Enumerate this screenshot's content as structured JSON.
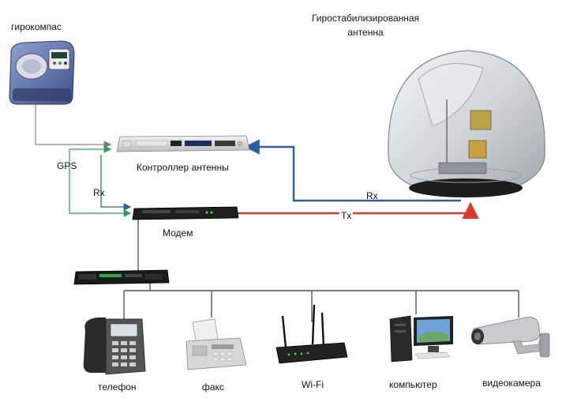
{
  "labels": {
    "gyrocompass": "гирокомпас",
    "antenna_line1": "Гиростабилизированная",
    "antenna_line2": "антенна",
    "gps": "GPS",
    "rx_left": "Rx",
    "controller": "Контроллер антенны",
    "rx_right": "Rx",
    "tx": "Tx",
    "modem": "Модем",
    "phone": "телефон",
    "fax": "факс",
    "wifi": "Wi-Fi",
    "computer": "компьютер",
    "camera": "видеокамера"
  },
  "colors": {
    "gps_link": "#2e9e57",
    "rx_link": "#2c5ea8",
    "tx_link": "#d93a2b",
    "wire": "#555555"
  },
  "icons": [
    "gyrocompass-icon",
    "antenna-dome-icon",
    "controller-rack-icon",
    "modem-icon",
    "switch-icon",
    "phone-icon",
    "fax-icon",
    "router-icon",
    "computer-icon",
    "camera-icon"
  ]
}
